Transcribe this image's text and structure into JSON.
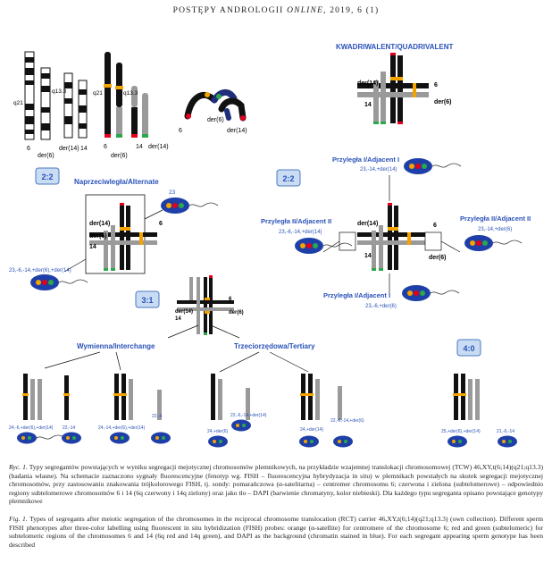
{
  "header": {
    "journal_prefix": "POSTĘPY ANDROLOGII ",
    "journal_online": "ONLINE",
    "journal_suffix": ", 2019, 6 (1)"
  },
  "figure": {
    "chromosome_labels": {
      "q21": "q21",
      "q13_3": "q13.3",
      "der14": "der(14)",
      "der6": "der(6)",
      "n6": "6",
      "n14": "14"
    },
    "titles": {
      "quadrivalent": "KWADRIWALENT/QUADRIVALENT",
      "alternate": "Naprzeciwległa/Alternate",
      "adjacent1": "Przyległa I/Adjacent I",
      "adjacent2": "Przyległa II/Adjacent II",
      "interchange": "Wymienna/Interchange",
      "tertiary": "Trzeciorzędowa/Tertiary"
    },
    "boxes": {
      "alt": "2:2",
      "adj": "2:2",
      "three_one": "3:1",
      "four_zero": "4:0"
    },
    "genotypes": {
      "alt_23": "23",
      "alt_left": "23,-6,-14,+der(6),+der(14)",
      "adj1_top": "23,-14,+der(14)",
      "adj2_left": "23,-6,-14,+der(14)",
      "adj2_right": "23,-14,+der(6)",
      "adj1_bottom": "23,-6,+der(6)",
      "b1": "24,-6,+der(6),+der(14)",
      "b2": "22,-14",
      "b3": "24,-14,+der(6),+der(14)",
      "b4": "22,-6",
      "b5": "22,-6,-14,+der(14)",
      "b6": "24,+der(6)",
      "b7": "24,+der(14)",
      "b8": "22,-6,-14,+der(6)",
      "b9": "25,+der(6),+der(14)",
      "b10": "21,-6,-14"
    }
  },
  "caption_pl": {
    "label": "Ryc. 1.",
    "text": " Typy segregantów powstających w wyniku segregacji mejotycznej chromosomów plemnikowych, na przykładzie wzajemnej translokacji chromosomowej (TCW) 46,XY,t(6;14)(q21;q13.3) (badania własne). Na schemacie zaznaczono sygnały fluorescencyjne (fenotyp wg. FISH – fluorescencyjna hybrydyzacja in situ) w plemnikach powstałych na skutek segregacji mejotycznej chromosomów, przy zastosowaniu znakowania trójkolorowego FISH, tj. sondy: pomarańczowa (α-satelitarna) – centromer chromosomu 6; czerwona i zielona (subtelomerowe) – odpowiednio regiony subtelomerowe chromosomów 6 i 14 (6q czerwony i 14q zielony) oraz jako tło – DAPI (barwienie chromatyny, kolor niebieski). Dla każdego typu segreganta opisano powstające genotypy plemnikowe"
  },
  "caption_en": {
    "label": "Fig. 1.",
    "text": " Types of segregants after meiotic segregation of the chromosomes in the reciprocal chromosome translocation (RCT) carrier 46,XY,t(6;14)(q21;q13.3) (own collection). Different sperm FISH phenotypes after three-color labelling using fluorescent in situ hybridization (FISH) probes: orange (α-satellite) for centromere of the chromosome 6; red and green (subtelomeric) for subtelomeric regions of the chromosomes 6 and 14 (6q red and 14q green), and DAPI as the background (chromatin stained in blue). For each segregant appearing sperm genotype has been described"
  },
  "colors": {
    "chromosome6": "#111111",
    "chromosome14": "#9a9a9a",
    "centromere": "#f4a300",
    "telomere_red": "#e3001b",
    "telomere_green": "#2aa84a",
    "nucleus": "#1f3fa8",
    "box_fill": "#c9dcf4",
    "box_stroke": "#4a78c2",
    "title_blue": "#2a52b8"
  }
}
